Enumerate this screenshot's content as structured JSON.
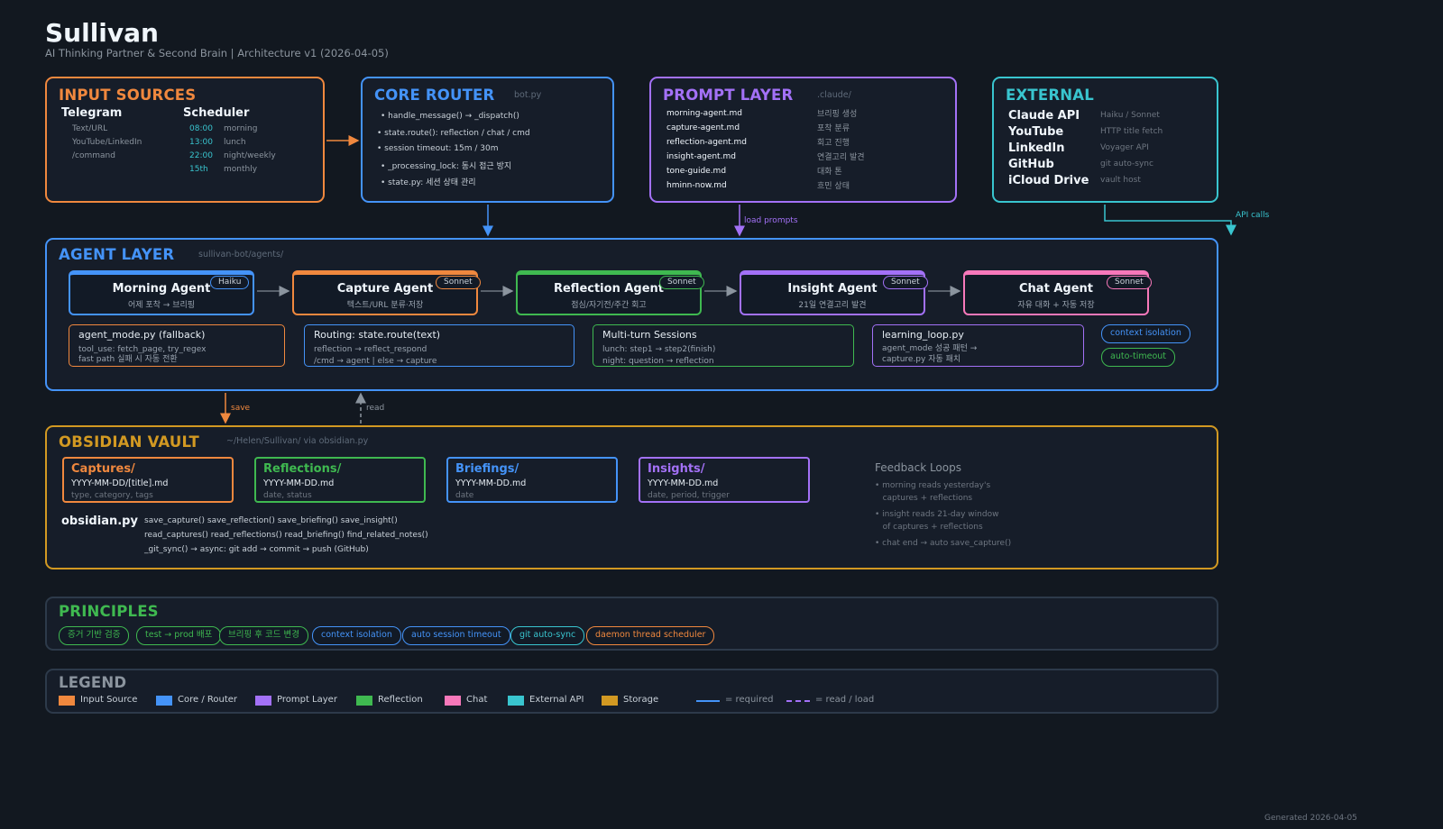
{
  "header": {
    "title": "Sullivan",
    "subtitle": "AI Thinking Partner & Second Brain  |  Architecture v1 (2026-04-05)"
  },
  "colors": {
    "input": "#f0883e",
    "core": "#4493f8",
    "prompt": "#a371f7",
    "reflection": "#3fb950",
    "chat": "#f778ba",
    "external": "#39c5cf",
    "storage": "#d29922"
  },
  "input": {
    "title": "INPUT SOURCES",
    "telegram": {
      "heading": "Telegram",
      "items": [
        "Text/URL",
        "YouTube/LinkedIn",
        "/command"
      ]
    },
    "scheduler": {
      "heading": "Scheduler",
      "rows": [
        {
          "time": "08:00",
          "label": "morning"
        },
        {
          "time": "13:00",
          "label": "lunch"
        },
        {
          "time": "22:00",
          "label": "night/weekly"
        },
        {
          "time": "15th",
          "label": "monthly"
        }
      ]
    }
  },
  "core": {
    "title": "CORE ROUTER",
    "tag": "bot.py",
    "items": [
      "• handle_message() → _dispatch()",
      "• state.route(): reflection / chat / cmd",
      "• session timeout: 15m / 30m",
      "• _processing_lock: 동시 접근 방지",
      "• state.py: 세션 상태 관리"
    ]
  },
  "prompt": {
    "title": "PROMPT LAYER",
    "tag": ".claude/",
    "rows": [
      {
        "file": "morning-agent.md",
        "desc": "브리핑 생성"
      },
      {
        "file": "capture-agent.md",
        "desc": "포착 분류"
      },
      {
        "file": "reflection-agent.md",
        "desc": "회고 진행"
      },
      {
        "file": "insight-agent.md",
        "desc": "연결고리 발견"
      },
      {
        "file": "tone-guide.md",
        "desc": "대화 톤"
      },
      {
        "file": "hminn-now.md",
        "desc": "흐민 상태"
      }
    ]
  },
  "external": {
    "title": "EXTERNAL",
    "rows": [
      {
        "name": "Claude API",
        "desc": "Haiku / Sonnet"
      },
      {
        "name": "YouTube",
        "desc": "HTTP title fetch"
      },
      {
        "name": "LinkedIn",
        "desc": "Voyager API"
      },
      {
        "name": "GitHub",
        "desc": "git auto-sync"
      },
      {
        "name": "iCloud Drive",
        "desc": "vault host"
      }
    ]
  },
  "arrows": {
    "load_prompts": "load prompts",
    "api_calls": "API calls",
    "save": "save",
    "read": "read"
  },
  "agent_layer": {
    "title": "AGENT LAYER",
    "tag": "sullivan-bot/agents/",
    "agents": [
      {
        "name": "Morning Agent",
        "model": "Haiku",
        "desc": "어제 포착 → 브리핑"
      },
      {
        "name": "Capture Agent",
        "model": "Sonnet",
        "desc": "텍스트/URL 분류·저장"
      },
      {
        "name": "Reflection Agent",
        "model": "Sonnet",
        "desc": "점심/자기전/주간 회고"
      },
      {
        "name": "Insight Agent",
        "model": "Sonnet",
        "desc": "21일 연결고리 발견"
      },
      {
        "name": "Chat Agent",
        "model": "Sonnet",
        "desc": "자유 대화 + 자동 저장"
      }
    ],
    "subs": [
      {
        "title": "agent_mode.py (fallback)",
        "lines": [
          "tool_use: fetch_page, try_regex",
          "fast path 실패 시 자동 전환"
        ]
      },
      {
        "title": "Routing: state.route(text)",
        "lines": [
          "reflection → reflect_respond",
          "/cmd → agent  |  else → capture"
        ]
      },
      {
        "title": "Multi-turn Sessions",
        "lines": [
          "lunch: step1 → step2(finish)",
          "night: question → reflection"
        ]
      },
      {
        "title": "learning_loop.py",
        "lines": [
          "agent_mode 성공 패턴 →",
          "capture.py 자동 패치"
        ]
      }
    ],
    "pills": [
      "context isolation",
      "auto-timeout"
    ]
  },
  "vault": {
    "title": "OBSIDIAN VAULT",
    "tag": "~/Helen/Sullivan/  via obsidian.py",
    "folders": [
      {
        "name": "Captures/",
        "path": "YYYY-MM-DD/[title].md",
        "meta": "type, category, tags"
      },
      {
        "name": "Reflections/",
        "path": "YYYY-MM-DD.md",
        "meta": "date, status"
      },
      {
        "name": "Briefings/",
        "path": "YYYY-MM-DD.md",
        "meta": "date"
      },
      {
        "name": "Insights/",
        "path": "YYYY-MM-DD.md",
        "meta": "date, period, trigger"
      }
    ],
    "module": "obsidian.py",
    "funcs": [
      "save_capture()  save_reflection()  save_briefing()  save_insight()",
      "read_captures()  read_reflections()  read_briefing()  find_related_notes()",
      "_git_sync() → async: git add → commit → push (GitHub)"
    ],
    "feedback": {
      "title": "Feedback Loops",
      "lines": [
        "• morning reads yesterday's",
        "   captures + reflections",
        "• insight reads 21-day window",
        "   of captures + reflections",
        "• chat end → auto save_capture()"
      ]
    }
  },
  "principles": {
    "title": "PRINCIPLES",
    "items": [
      "증거 기반 검증",
      "test → prod 배포",
      "브리핑 후 코드 변경",
      "context isolation",
      "auto session timeout",
      "git auto-sync",
      "daemon thread scheduler"
    ]
  },
  "legend": {
    "title": "LEGEND",
    "items": [
      "Input Source",
      "Core / Router",
      "Prompt Layer",
      "Reflection",
      "Chat",
      "External API",
      "Storage"
    ],
    "required": "= required",
    "readload": "= read / load"
  },
  "footer": "Generated 2026-04-05"
}
